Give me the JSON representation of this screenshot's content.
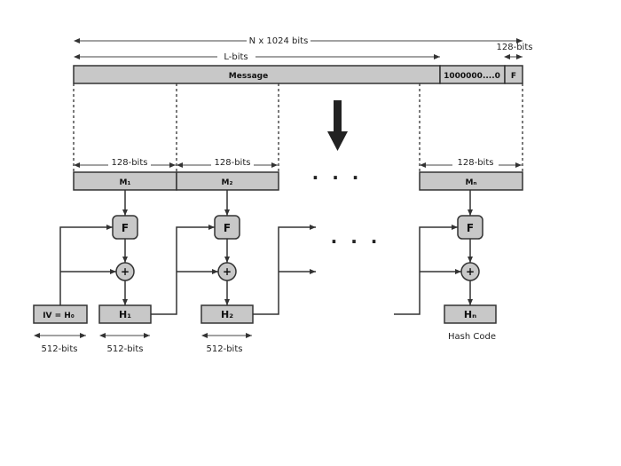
{
  "dims": {
    "total_length": "N x 1024 bits",
    "message_length": "L-bits",
    "length_field": "128-bits",
    "block_size": "128-bits",
    "chain_size": "512-bits"
  },
  "message_row": {
    "message": "Message",
    "padding": "1000000....0",
    "length_box": "F"
  },
  "blocks": {
    "m1": "M₁",
    "m2": "M₂",
    "mn": "Mₙ"
  },
  "ops": {
    "f": "F",
    "plus": "+"
  },
  "chain": {
    "iv": "IV = H₀",
    "h1": "H₁",
    "h2": "H₂",
    "hn": "Hₙ"
  },
  "ellipsis": "· · ·",
  "hash_code": "Hash Code"
}
